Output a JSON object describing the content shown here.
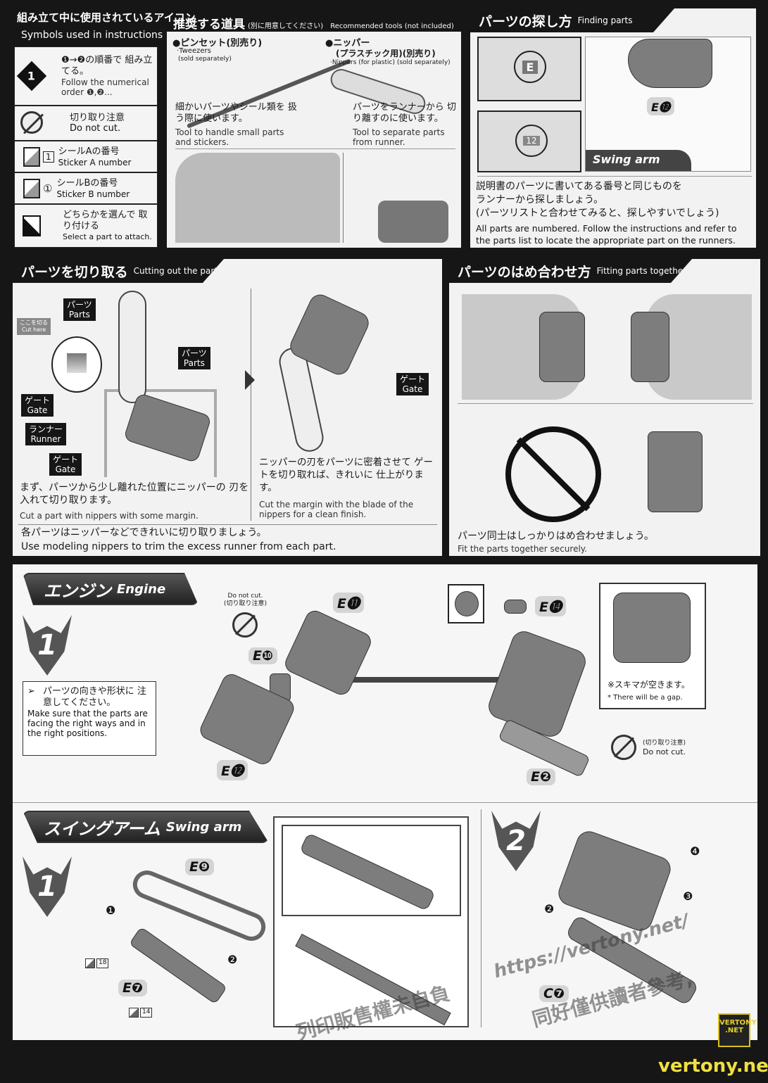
{
  "symbols": {
    "title_jp": "組み立て中に使用されているアイコン",
    "title_en": "Symbols used in instructions",
    "rows": [
      {
        "icon": "order-diamond-icon",
        "glyph": "1",
        "jp": "❶→❷の順番で 組み立てる。",
        "en": "Follow the numerical order ❶,❷..."
      },
      {
        "icon": "do-not-cut-icon",
        "jp": "切り取り注意",
        "en": "Do not cut."
      },
      {
        "icon": "sticker-a-icon",
        "num": "1",
        "jp": "シールAの番号",
        "en": "Sticker A number"
      },
      {
        "icon": "sticker-b-icon",
        "num": "①",
        "jp": "シールBの番号",
        "en": "Sticker B number"
      },
      {
        "icon": "select-part-icon",
        "jp": "どちらかを選んで 取り付ける",
        "en": "Select a part to attach."
      }
    ]
  },
  "tools": {
    "title_jp": "推奨する道具",
    "title_paren": "(別に用意してください)",
    "title_en": "Recommended tools (not included)",
    "tweezers": {
      "name_jp": "●ピンセット(別売り)",
      "name_en": "·Tweezers",
      "sold": "(sold separately)",
      "desc_jp": "細かいパーツやシール類を 扱う際に使います。",
      "desc_en": "Tool to handle small parts and stickers."
    },
    "nippers": {
      "name_jp": "●ニッパー",
      "name_jp2": "(プラスチック用)(別売り)",
      "name_en": "·Nippers (for plastic) (sold separately)",
      "desc_jp": "パーツをランナーから 切り離すのに使います。",
      "desc_en": "Tool to separate parts from runner."
    }
  },
  "finding": {
    "title_jp": "パーツの探し方",
    "title_en": "Finding parts",
    "runner_letter": "E",
    "runner_number": "12",
    "part_label": "E",
    "part_num": "⓬",
    "banner_text": "Swing arm",
    "desc_jp": [
      "説明書のパーツに書いてある番号と同じものを",
      "ランナーから探しましょう。",
      "(パーツリストと合わせてみると、探しやすいでしょう)"
    ],
    "desc_en": "All parts are numbered. Follow the instructions and refer to the parts list to locate the appropriate part on the runners."
  },
  "cutting": {
    "title_jp": "パーツを切り取る",
    "title_en": "Cutting out the parts",
    "cut_here_jp": "ここを切る",
    "cut_here_en": "Cut here",
    "labels": {
      "parts_jp": "パーツ",
      "parts_en": "Parts",
      "gate_jp": "ゲート",
      "gate_en": "Gate",
      "runner_jp": "ランナー",
      "runner_en": "Runner"
    },
    "left_jp": "まず、パーツから少し離れた位置にニッパーの 刃を入れて切り取ります。",
    "left_en": "Cut a part with nippers with some margin.",
    "right_jp": "ニッパーの刃をパーツに密着させて ゲートを切り取れば、きれいに 仕上がります。",
    "right_en": "Cut the margin with the blade of the nippers for a clean finish.",
    "footer_jp": "各パーツはニッパーなどできれいに切り取りましょう。",
    "footer_en": "Use modeling nippers to trim the excess runner from each part."
  },
  "fitting": {
    "title_jp": "パーツのはめ合わせ方",
    "title_en": "Fitting parts together",
    "desc_jp": "パーツ同士はしっかりはめ合わせましょう。",
    "desc_en": "Fit the parts together securely."
  },
  "engine": {
    "banner_jp": "エンジン",
    "banner_en": "Engine",
    "step": "1",
    "donotcut_en": "Do not cut.",
    "donotcut_jp": "(切り取り注意)",
    "parts": [
      {
        "l": "E",
        "n": "⓫"
      },
      {
        "l": "E",
        "n": "❿"
      },
      {
        "l": "E",
        "n": "⓬"
      },
      {
        "l": "E",
        "n": "⓮"
      },
      {
        "l": "E",
        "n": "❷"
      }
    ],
    "note_jp": "パーツの向きや形状に 注意してください。",
    "note_en": "Make sure that the parts are facing the right ways and in the right positions.",
    "gap_jp": "※スキマが空きます。",
    "gap_en": "* There will be a gap.",
    "donotcut2_jp": "(切り取り注意)",
    "donotcut2_en": "Do not cut."
  },
  "swing": {
    "banner_jp": "スイングアーム",
    "banner_en": "Swing arm",
    "step1": "1",
    "step2": "2",
    "parts": [
      {
        "l": "E",
        "n": "❾"
      },
      {
        "l": "E",
        "n": "❼"
      },
      {
        "l": "C",
        "n": "❼"
      }
    ],
    "stickers": [
      "18",
      "14"
    ],
    "order": [
      "❶",
      "❷",
      "❷",
      "❸",
      "❹"
    ]
  },
  "watermark": {
    "url": "https://vertony.net/",
    "cn1": "同好僅供讀者參考,",
    "cn2": "列印販售權未自負",
    "logo": "VERTONY .NET",
    "site": "vertony.net"
  }
}
